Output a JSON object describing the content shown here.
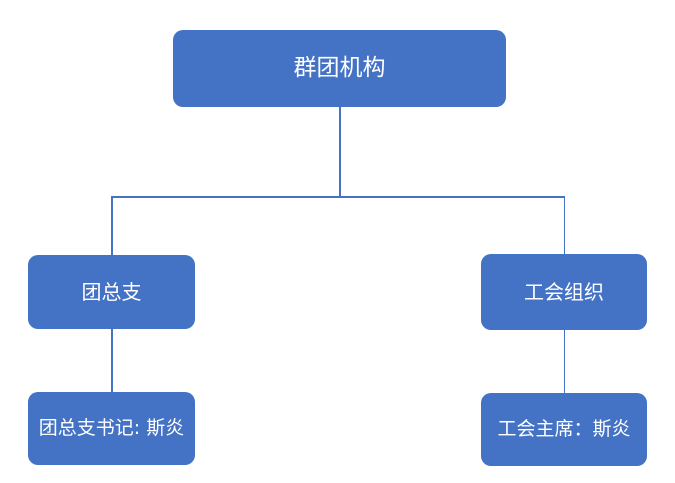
{
  "page": {
    "background_color": "#ffffff"
  },
  "org_chart": {
    "type": "hierarchy-diagram",
    "accent_color": "#4472C4",
    "text_color": "#ffffff",
    "root": {
      "label": "群团机构"
    },
    "branches": [
      {
        "label": "团总支",
        "leaf": {
          "label": "团总支书记: 斯炎"
        }
      },
      {
        "label": "工会组织",
        "leaf": {
          "label": "工会主席：斯炎"
        }
      }
    ]
  }
}
